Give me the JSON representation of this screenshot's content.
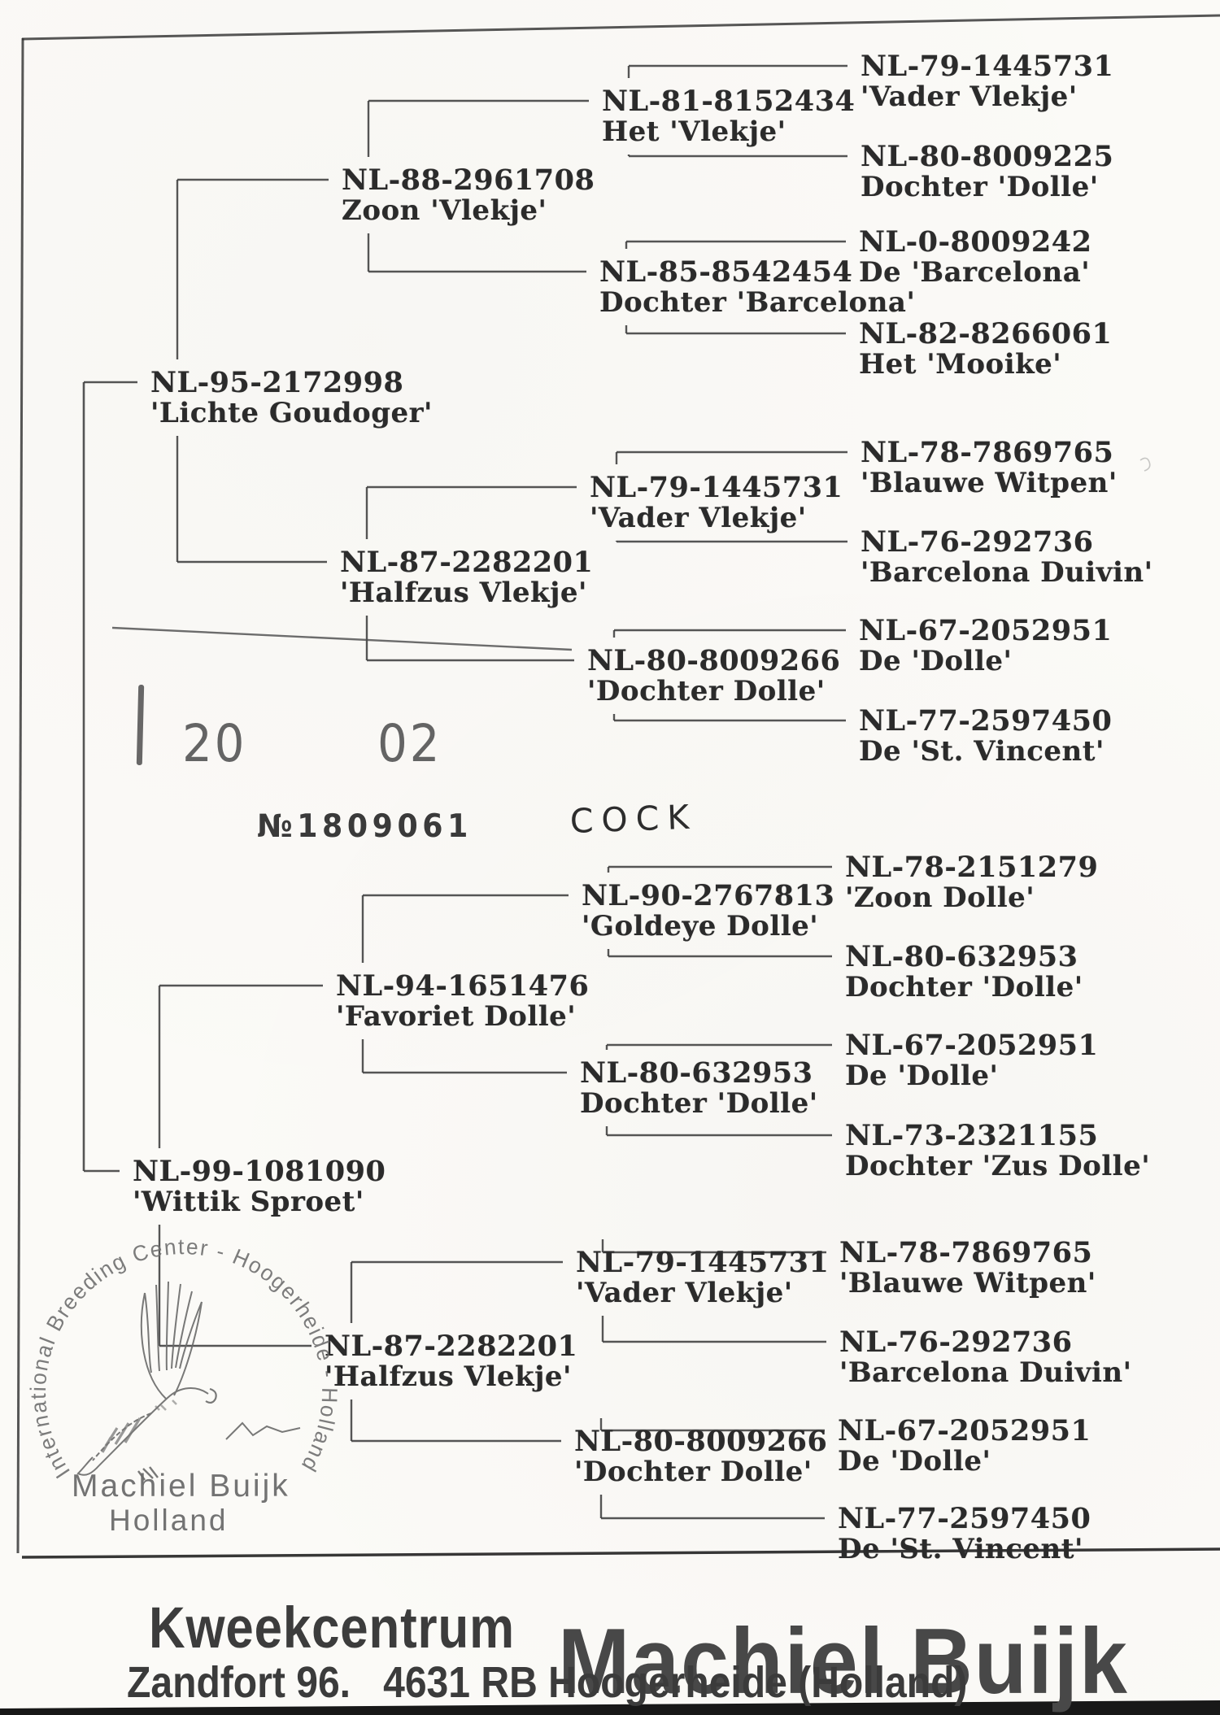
{
  "subject": {
    "ring_year_left": "20",
    "ring_year_right": "02",
    "ring_number": "№1809061",
    "sex_note": "COCK"
  },
  "tree": {
    "gen1": [
      {
        "ring": "NL-95-2172998",
        "name": "'Lichte Goudoger'"
      },
      {
        "ring": "NL-99-1081090",
        "name": "'Wittik Sproet'"
      }
    ],
    "gen2": [
      {
        "ring": "NL-88-2961708",
        "name": "Zoon 'Vlekje'"
      },
      {
        "ring": "NL-87-2282201",
        "name": "'Halfzus Vlekje'"
      },
      {
        "ring": "NL-94-1651476",
        "name": "'Favoriet Dolle'"
      },
      {
        "ring": "NL-87-2282201",
        "name": "'Halfzus Vlekje'"
      }
    ],
    "gen3": [
      {
        "ring": "NL-81-8152434",
        "name": "Het 'Vlekje'"
      },
      {
        "ring": "NL-85-8542454",
        "name": "Dochter 'Barcelona'"
      },
      {
        "ring": "NL-79-1445731",
        "name": "'Vader Vlekje'"
      },
      {
        "ring": "NL-80-8009266",
        "name": "'Dochter Dolle'"
      },
      {
        "ring": "NL-90-2767813",
        "name": "'Goldeye Dolle'"
      },
      {
        "ring": "NL-80-632953",
        "name": "Dochter 'Dolle'"
      },
      {
        "ring": "NL-79-1445731",
        "name": "'Vader Vlekje'"
      },
      {
        "ring": "NL-80-8009266",
        "name": "'Dochter Dolle'"
      }
    ],
    "gen4": [
      {
        "ring": "NL-79-1445731",
        "name": "'Vader Vlekje'"
      },
      {
        "ring": "NL-80-8009225",
        "name": "Dochter 'Dolle'"
      },
      {
        "ring": "NL-0-8009242",
        "name": "De 'Barcelona'"
      },
      {
        "ring": "NL-82-8266061",
        "name": "Het 'Mooike'"
      },
      {
        "ring": "NL-78-7869765",
        "name": "'Blauwe Witpen'"
      },
      {
        "ring": "NL-76-292736",
        "name": "'Barcelona Duivin'"
      },
      {
        "ring": "NL-67-2052951",
        "name": "De 'Dolle'"
      },
      {
        "ring": "NL-77-2597450",
        "name": "De 'St. Vincent'"
      },
      {
        "ring": "NL-78-2151279",
        "name": "'Zoon Dolle'"
      },
      {
        "ring": "NL-80-632953",
        "name": "Dochter 'Dolle'"
      },
      {
        "ring": "NL-67-2052951",
        "name": "De 'Dolle'"
      },
      {
        "ring": "NL-73-2321155",
        "name": "Dochter 'Zus Dolle'"
      },
      {
        "ring": "NL-78-7869765",
        "name": "'Blauwe Witpen'"
      },
      {
        "ring": "NL-76-292736",
        "name": "'Barcelona Duivin'"
      },
      {
        "ring": "NL-67-2052951",
        "name": "De 'Dolle'"
      },
      {
        "ring": "NL-77-2597450",
        "name": "De 'St. Vincent'"
      }
    ]
  },
  "stamp": {
    "arc_text": "International Breeding Center - Hoogerheide - Holland",
    "center_line1": "Machiel Buijk",
    "center_line2": "Holland"
  },
  "footer": {
    "business": "Kweekcentrum",
    "owner": "Machiel Buijk",
    "address": "Zandfort 96.   4631 RB Hoogerheide (Holland)"
  },
  "colors": {
    "ink": "#2b2b2b",
    "line": "#3f3f3f",
    "stamp_ink": "#6b6b6b",
    "footer_ink": "#3c3c3c",
    "bottom_bar": "#181818"
  }
}
